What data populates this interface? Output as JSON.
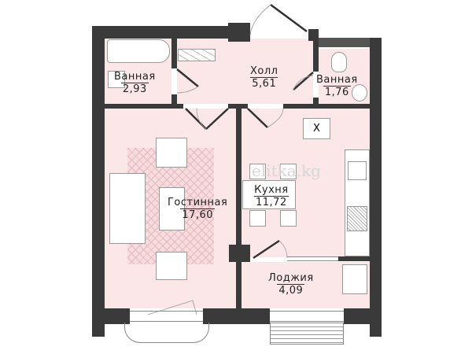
{
  "plan": {
    "rooms": [
      {
        "name": "Ванная",
        "area": "2,93"
      },
      {
        "name": "Холл",
        "area": "5,61"
      },
      {
        "name": "Ванная",
        "area": "1,76"
      },
      {
        "name": "Гостинная",
        "area": "17,60"
      },
      {
        "name": "Кухня",
        "area": "11,72"
      },
      {
        "name": "Лоджия",
        "area": "4,09"
      }
    ],
    "watermark": "elitka.kg",
    "appliance_mark": "X"
  },
  "colors": {
    "floor": "#fbe6e8",
    "wall": "#3a3a3a"
  }
}
